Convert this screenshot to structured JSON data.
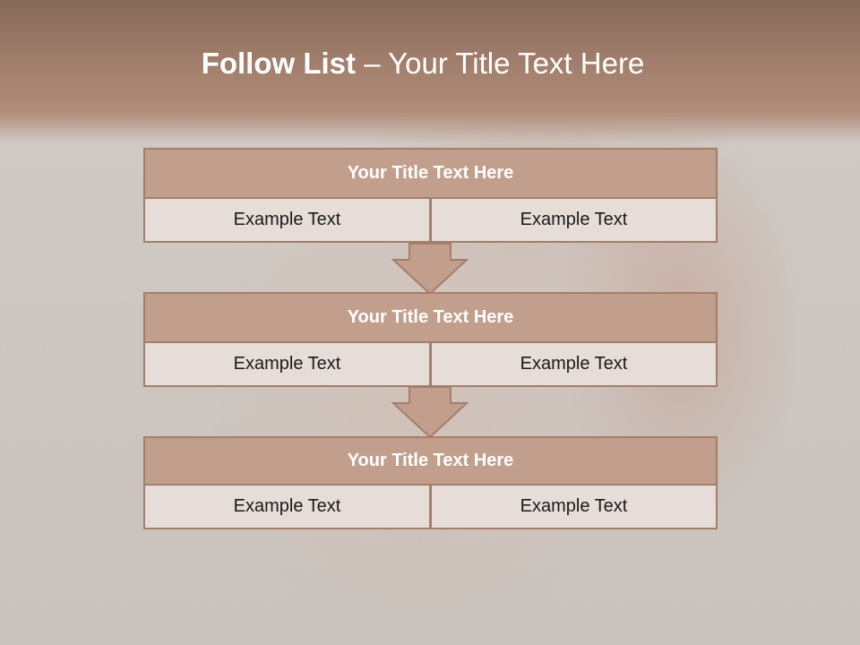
{
  "slide": {
    "title_bold": "Follow List",
    "title_rest": " – Your Title Text Here"
  },
  "blocks": [
    {
      "title": "Your Title Text Here",
      "cells": [
        "Example Text",
        "Example Text"
      ]
    },
    {
      "title": "Your Title Text Here",
      "cells": [
        "Example Text",
        "Example Text"
      ]
    },
    {
      "title": "Your Title Text Here",
      "cells": [
        "Example Text",
        "Example Text"
      ]
    }
  ],
  "colors": {
    "header_band": "#a27f6c",
    "block_title_fill": "#c29f8d",
    "block_border": "#a47e6b",
    "cell_fill": "#e6dcd8",
    "arrow_fill": "#c29f8d"
  }
}
